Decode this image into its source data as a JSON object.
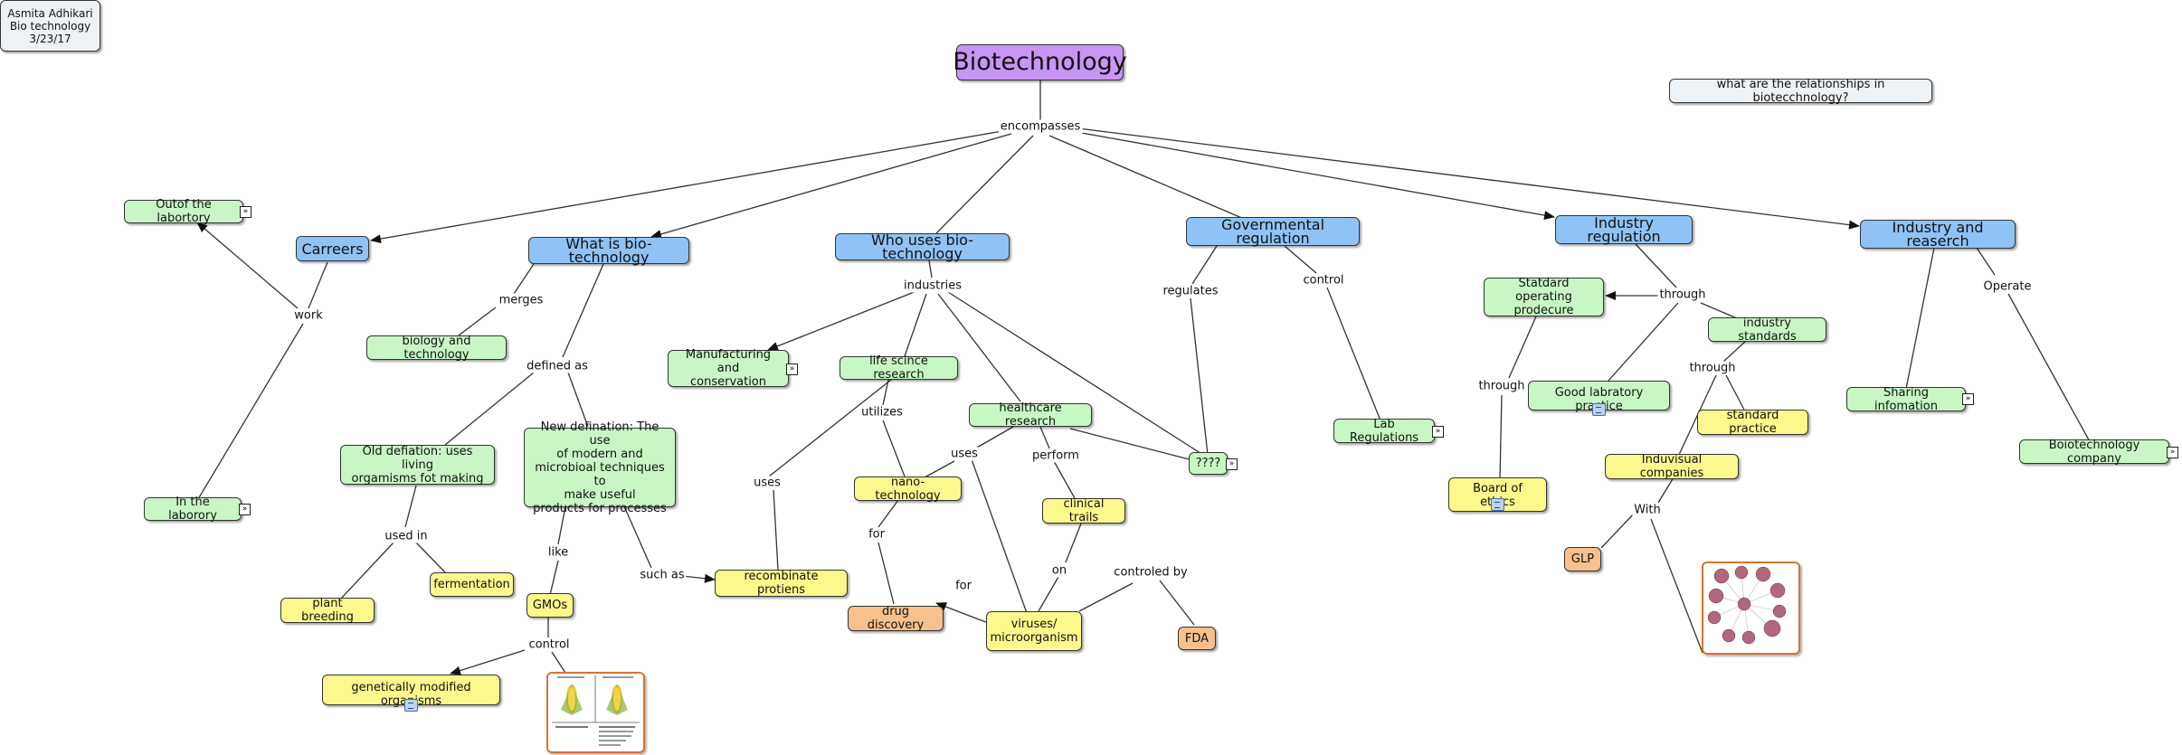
{
  "colors": {
    "purple": "#c995f5",
    "blue": "#8fc3f6",
    "green": "#c8f7c5",
    "yellow": "#fbf98c",
    "orange": "#f7c08d",
    "note": "#edf2f6",
    "line": "#333333"
  },
  "header": {
    "author_note": "Asmita Adhikari\nBio technology\n3/23/17",
    "question": "what are the relationships in biotecchnology?"
  },
  "nodes": {
    "root": "Biotechnology",
    "careers": "Carreers",
    "what_is": "What is bio-technology",
    "who_uses": "Who uses bio-technology",
    "gov_reg": "Governmental regulation",
    "ind_reg": "Industry regulation",
    "ind_research": "Industry and reaserch",
    "out_lab": "Outof the labortory",
    "in_lab": "In the laborory",
    "bio_tech": "biology and technology",
    "old_def": "Old defiation: uses living\norgamisms fot making",
    "new_def": "New defination: The use\nof modern and\nmicrobioal techniques to\nmake useful\nproducts for processes",
    "plant_breeding": "plant breeding",
    "fermentation": "fermentation",
    "gmos": "GMOs",
    "gmo_full": "genetically modified organisms",
    "recomb": "recombinate protiens",
    "manufacturing": "Manufacturing and\nconservation",
    "life_sci": "life scince research",
    "healthcare": "healthcare research",
    "nano": "nano-technology",
    "clinical": "clinical trails",
    "drug": "drug discovery",
    "viruses": "viruses/\nmicroorganism",
    "fda": "FDA",
    "qmarks": "????",
    "lab_regs": "Lab Regulations",
    "sop": "Statdard operating\nprodecure",
    "ind_standards": "industry standards",
    "glp_practice": "Good labratory practice",
    "standard_practice": "standard practice",
    "board": "Board of ethics",
    "indiv": "Induvisual companies",
    "glp": "GLP",
    "sharing": "Sharing infomation",
    "biotech_company": "Boiotechnology company"
  },
  "links": {
    "encompasses": "encompasses",
    "work": "work",
    "merges": "merges",
    "defined_as": "defined as",
    "used_in": "used in",
    "like": "like",
    "such_as": "such as",
    "control_gmo": "control",
    "industries": "industries",
    "utilizes": "utilizes",
    "uses1": "uses",
    "uses2": "uses",
    "perform": "perform",
    "for1": "for",
    "for2": "for",
    "on": "on",
    "controled_by": "controled by",
    "regulates": "regulates",
    "control_gov": "control",
    "through1": "through",
    "through2": "through",
    "through3": "through",
    "with": "With",
    "operate": "Operate"
  },
  "icons": {
    "expand": "double-chevron-right-icon",
    "resource": "resource-list-icon",
    "image": "image-thumbnail"
  }
}
